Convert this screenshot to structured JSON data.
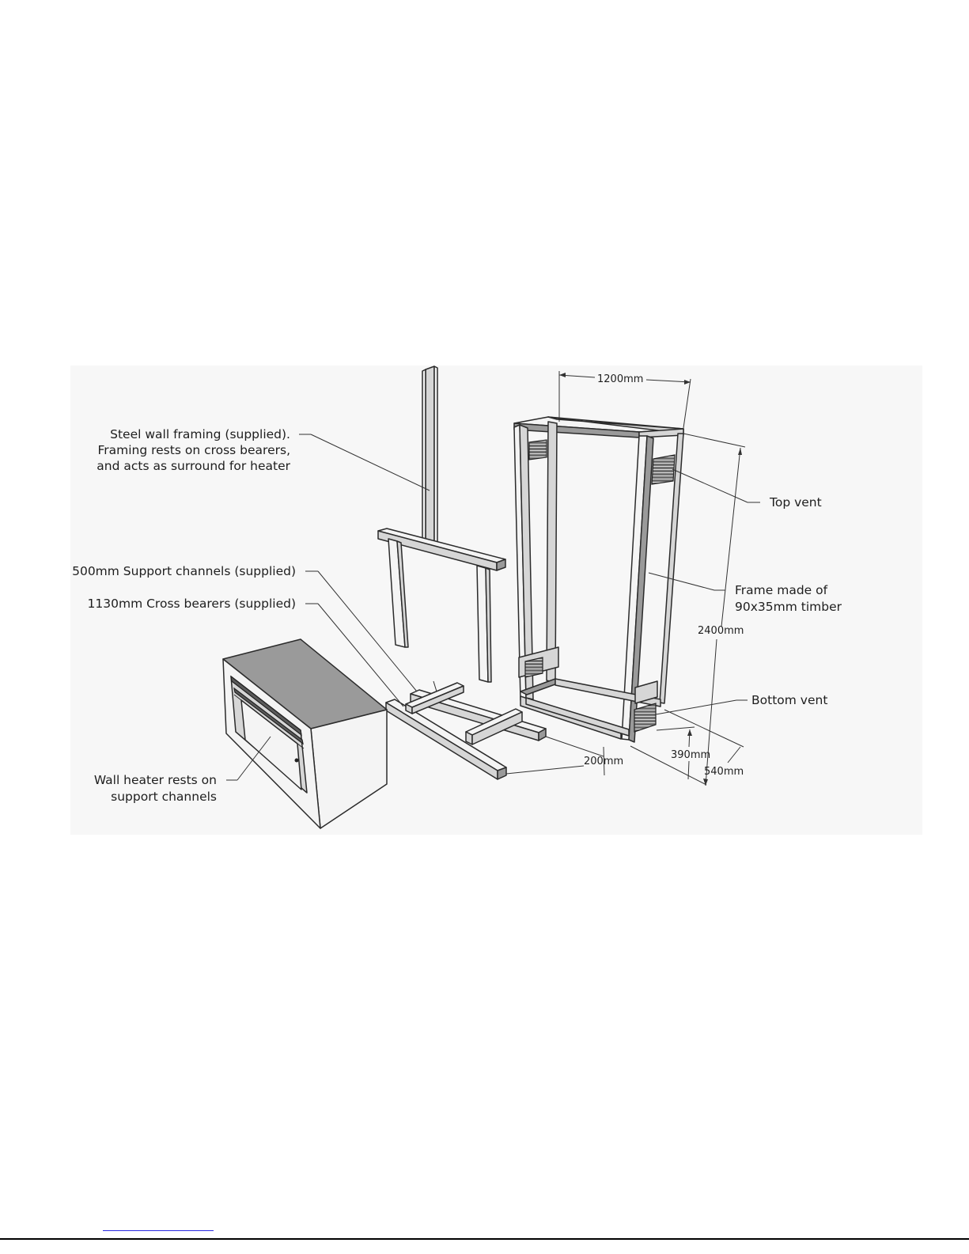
{
  "labels": {
    "steel_framing": [
      "Steel wall framing (supplied).",
      "Framing rests on cross bearers,",
      "and acts as surround for heater"
    ],
    "support_channels": "500mm Support channels (supplied)",
    "cross_bearers": "1130mm Cross bearers (supplied)",
    "heater": [
      "Wall heater rests on",
      "support channels"
    ],
    "top_vent": "Top vent",
    "frame": [
      "Frame made of",
      "90x35mm timber"
    ],
    "bottom_vent": "Bottom vent"
  },
  "dimensions": {
    "width": "1200mm",
    "height": "2400mm",
    "vent_height": "390mm",
    "depth": "540mm",
    "bearer_offset": "200mm"
  },
  "colors": {
    "background_panel": "#f7f7f7",
    "line": "#2b2b2b",
    "footer_rule": "#000000",
    "footer_link": "#2a2ae0"
  }
}
